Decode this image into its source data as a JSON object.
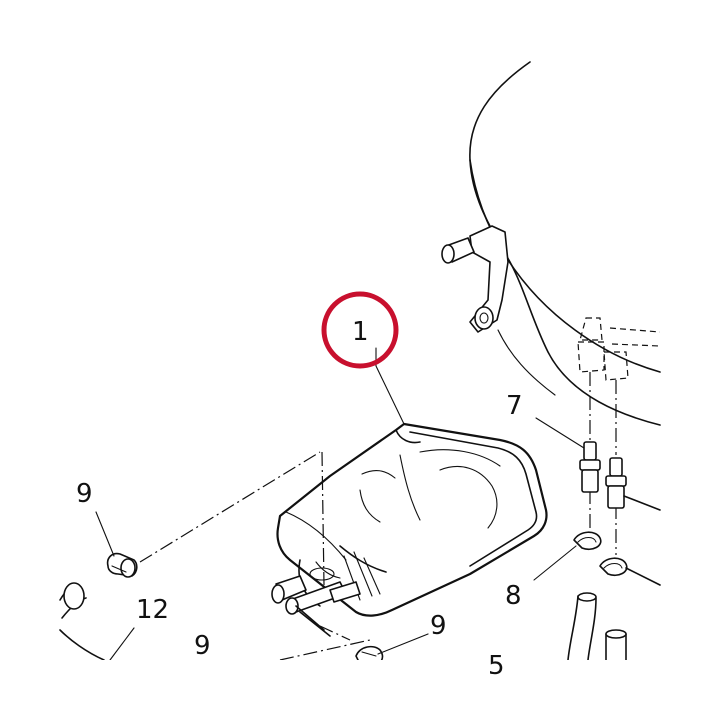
{
  "callouts": {
    "c1": "1",
    "c7": "7",
    "c8": "8",
    "c9a": "9",
    "c9b": "9",
    "c9c": "9",
    "c12": "12",
    "c5": "5"
  },
  "colors": {
    "line": "#111111",
    "highlight_ring": "#c8102e",
    "background": "#ffffff"
  }
}
